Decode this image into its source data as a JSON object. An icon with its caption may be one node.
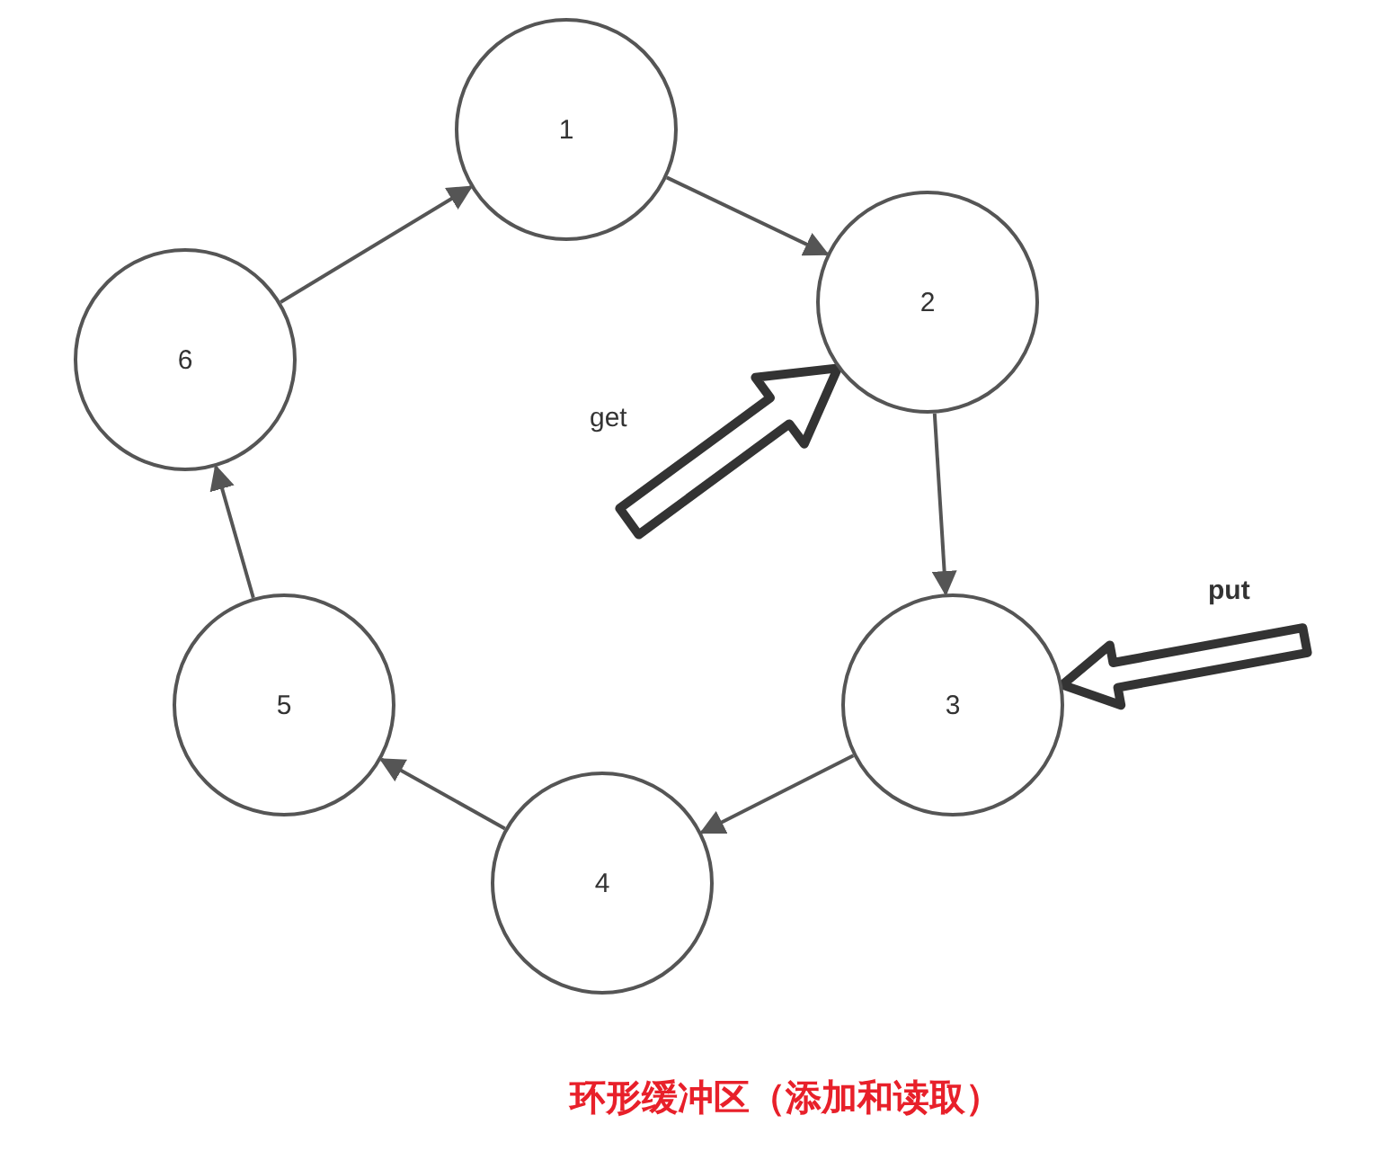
{
  "diagram": {
    "caption": "环形缓冲区（添加和读取）",
    "nodes": [
      {
        "text": [
          "1"
        ]
      },
      {
        "text": [
          "2"
        ]
      },
      {
        "text": [
          "3"
        ]
      },
      {
        "text": [
          "4"
        ]
      },
      {
        "text": [
          "5"
        ]
      },
      {
        "text": [
          "6"
        ]
      }
    ],
    "edges": [
      {
        "from": 0,
        "to": 1,
        "arrow": "to"
      },
      {
        "from": 1,
        "to": 2,
        "arrow": "to"
      },
      {
        "from": 2,
        "to": 3,
        "arrow": "to"
      },
      {
        "from": 3,
        "to": 4,
        "arrow": "to"
      },
      {
        "from": 4,
        "to": 5,
        "arrow": "to"
      },
      {
        "from": 5,
        "to": 0,
        "arrow": "to"
      },
      {
        "from": null,
        "to": 1,
        "arrow": "to",
        "label": "get",
        "style": "thick"
      },
      {
        "from": null,
        "to": 2,
        "arrow": "to",
        "label": "put",
        "style": "thick"
      }
    ]
  }
}
